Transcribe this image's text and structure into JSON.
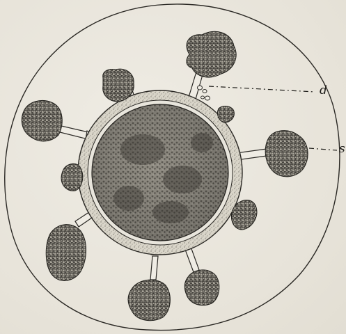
{
  "labels": {
    "d": "d",
    "s": "s"
  },
  "colors": {
    "ink": "#1f1e1a",
    "paper": "#ebe8df",
    "cortex": "#d4d0c4",
    "core": "#8f8b82",
    "core_dark": "#4a4741",
    "cluster": "#6a6660"
  },
  "clusters": [
    {
      "id": "top-right",
      "r": 30
    },
    {
      "id": "top-left",
      "r": 22
    },
    {
      "id": "left",
      "r": 28
    },
    {
      "id": "right",
      "r": 30
    },
    {
      "id": "left-small",
      "r": 16
    },
    {
      "id": "right-small",
      "r": 18
    },
    {
      "id": "right-upper-small",
      "r": 12
    },
    {
      "id": "bottom-left",
      "r": 30
    },
    {
      "id": "bottom-center",
      "r": 28
    },
    {
      "id": "bottom-right",
      "r": 24
    }
  ]
}
